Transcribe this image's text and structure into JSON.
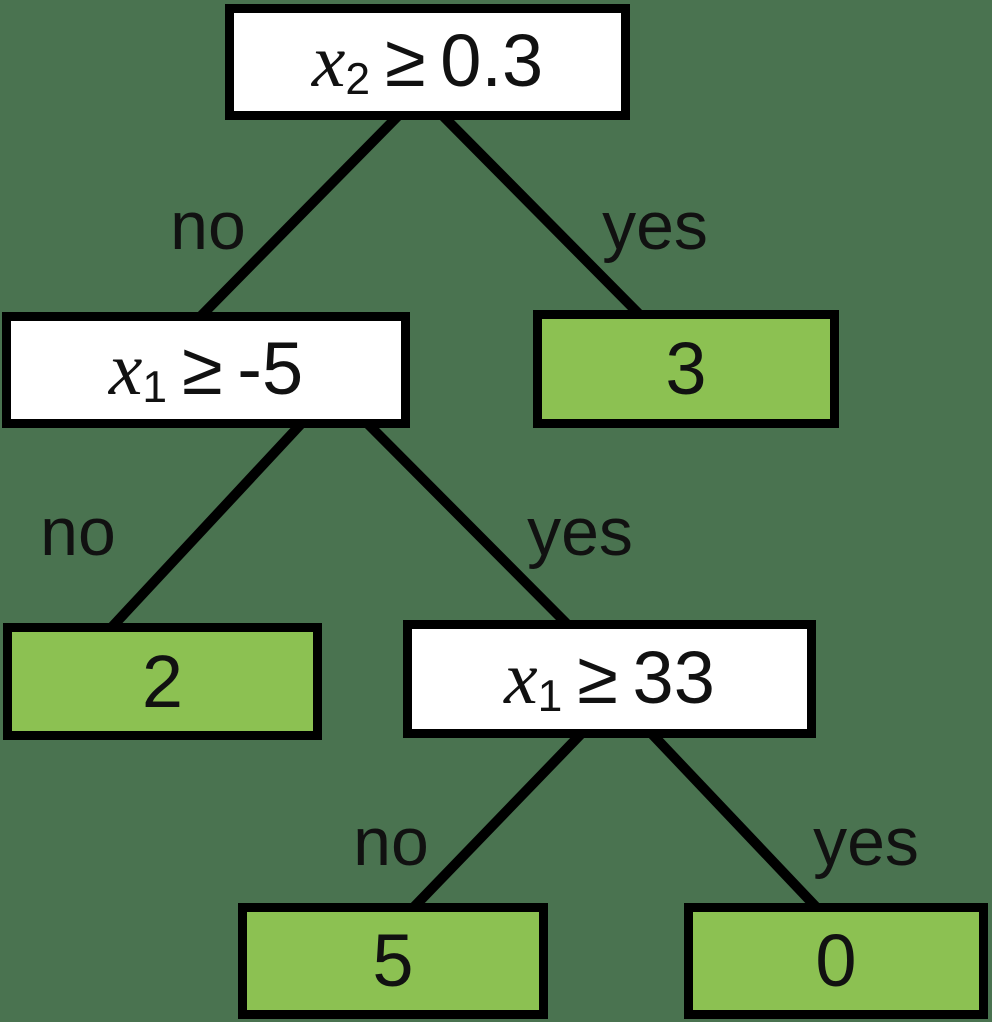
{
  "diagram_title": "",
  "colors": {
    "background": "#4A7350",
    "decision_fill": "#FFFFFF",
    "leaf_fill": "#8CC152",
    "stroke": "#000000",
    "text": "#111111"
  },
  "nodes": {
    "root": {
      "variable": "x",
      "subscript": "2",
      "operator": "≥",
      "threshold": "0.3"
    },
    "x1_neg5": {
      "variable": "x",
      "subscript": "1",
      "operator": "≥",
      "threshold": "-5"
    },
    "x1_33": {
      "variable": "x",
      "subscript": "1",
      "operator": "≥",
      "threshold": "33"
    }
  },
  "leaves": {
    "yes_of_root": {
      "value": "3"
    },
    "no_of_x1_neg5": {
      "value": "2"
    },
    "no_of_x1_33": {
      "value": "5"
    },
    "yes_of_x1_33": {
      "value": "0"
    }
  },
  "edge_labels": {
    "root_no": "no",
    "root_yes": "yes",
    "x1_neg5_no": "no",
    "x1_neg5_yes": "yes",
    "x1_33_no": "no",
    "x1_33_yes": "yes"
  }
}
